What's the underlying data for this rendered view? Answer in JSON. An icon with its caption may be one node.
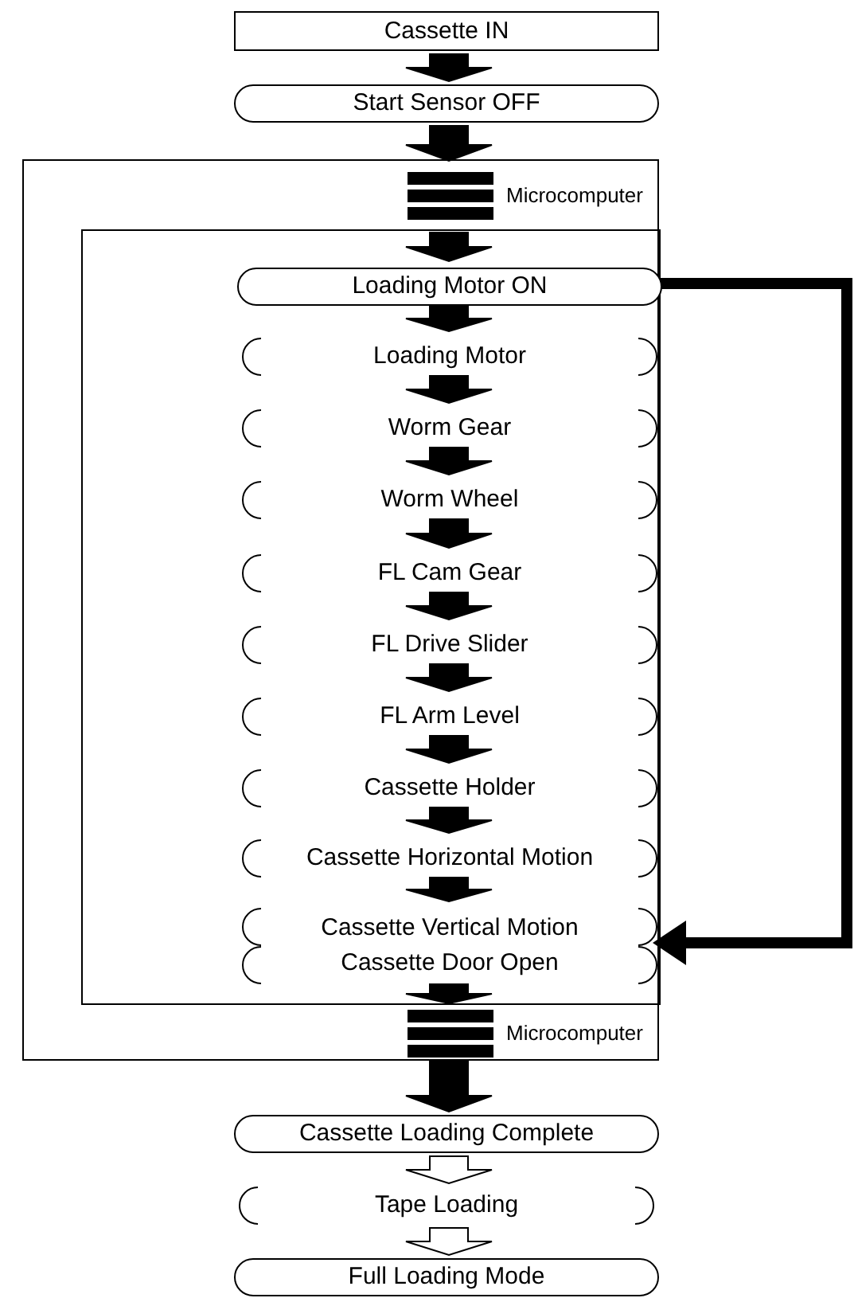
{
  "diagram": {
    "nodes": [
      {
        "text": [
          "Cassette IN"
        ]
      },
      {
        "text": [
          "Start Sensor OFF"
        ]
      },
      {
        "text": [],
        "shape": "box"
      },
      {
        "text": [
          "Microcomputer"
        ],
        "in": 2
      },
      {
        "text": [],
        "shape": "box",
        "in": 2
      },
      {
        "text": [
          "Loading Motor ON"
        ],
        "in": 4
      },
      {
        "text": [
          "Loading Motor"
        ],
        "in": 4
      },
      {
        "text": [
          "Worm Gear"
        ],
        "in": 4
      },
      {
        "text": [
          "Worm Wheel"
        ],
        "in": 4
      },
      {
        "text": [
          "FL Cam Gear"
        ],
        "in": 4
      },
      {
        "text": [
          "FL Drive Slider"
        ],
        "in": 4
      },
      {
        "text": [
          "FL Arm Level"
        ],
        "in": 4
      },
      {
        "text": [
          "Cassette Holder"
        ],
        "in": 4
      },
      {
        "text": [
          "Cassette Horizontal Motion"
        ],
        "in": 4
      },
      {
        "text": [
          "Cassette Vertical Motion",
          "Cassette Door Open"
        ],
        "in": 4
      },
      {
        "text": [
          "Microcomputer"
        ],
        "in": 2
      },
      {
        "text": [
          "Cassette Loading Complete"
        ]
      },
      {
        "text": [
          "Tape Loading"
        ]
      },
      {
        "text": [
          "Full Loading Mode"
        ]
      }
    ],
    "edges": [
      {
        "from": 0,
        "to": 1,
        "arrow": "to"
      },
      {
        "from": 1,
        "to": 3,
        "arrow": "to"
      },
      {
        "from": 3,
        "to": 5,
        "arrow": "to"
      },
      {
        "from": 5,
        "to": 6,
        "arrow": "to"
      },
      {
        "from": 6,
        "to": 7,
        "arrow": "to"
      },
      {
        "from": 7,
        "to": 8,
        "arrow": "to"
      },
      {
        "from": 8,
        "to": 9,
        "arrow": "to"
      },
      {
        "from": 9,
        "to": 10,
        "arrow": "to"
      },
      {
        "from": 10,
        "to": 11,
        "arrow": "to"
      },
      {
        "from": 11,
        "to": 12,
        "arrow": "to"
      },
      {
        "from": 12,
        "to": 13,
        "arrow": "to"
      },
      {
        "from": 13,
        "to": 14,
        "arrow": "to"
      },
      {
        "from": 14,
        "to": 15,
        "arrow": "to"
      },
      {
        "from": 15,
        "to": 16,
        "arrow": "to"
      },
      {
        "from": 16,
        "to": 17,
        "arrow": "to",
        "color": "#ffffff"
      },
      {
        "from": 17,
        "to": 18,
        "arrow": "to",
        "color": "#ffffff"
      },
      {
        "from": 5,
        "to": 14,
        "arrow": "to"
      }
    ]
  }
}
